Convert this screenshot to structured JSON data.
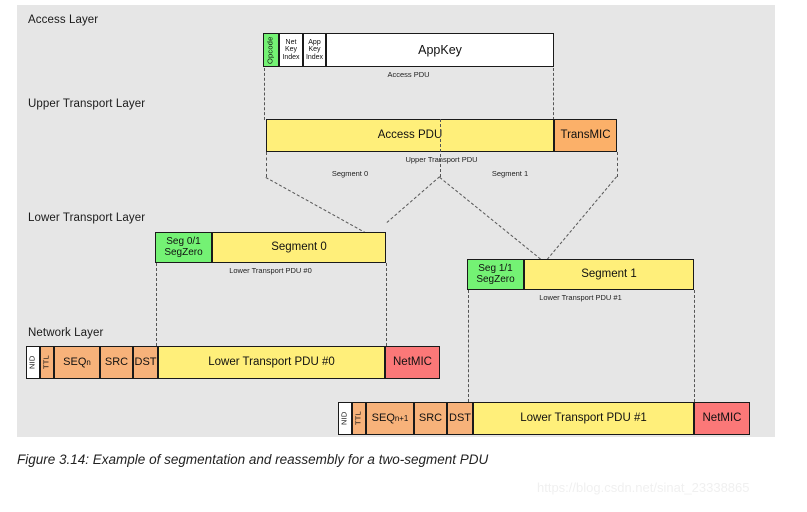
{
  "figure": {
    "caption": "Figure 3.14: Example of segmentation and reassembly for a two-segment PDU",
    "watermark": "https://blog.csdn.net/sinat_23338865",
    "colors": {
      "background": "#e6e6e6",
      "green": "#74f274",
      "yellow": "#ffef7a",
      "orange": "#f7b27a",
      "transmic": "#fbb069",
      "netmic": "#fb7878",
      "white": "#ffffff",
      "border": "#1a1a1a",
      "dashed_line": "#555555"
    }
  },
  "layers": [
    {
      "label": "Access Layer"
    },
    {
      "label": "Upper Transport Layer"
    },
    {
      "label": "Lower Transport Layer"
    },
    {
      "label": "Network Layer"
    }
  ],
  "access_layer": {
    "fields": [
      {
        "label": "Opcode",
        "color": "green",
        "orientation": "vertical"
      },
      {
        "label": "Net Key Index",
        "color": "white",
        "orientation": "horizontal"
      },
      {
        "label": "App Key Index",
        "color": "white",
        "orientation": "horizontal"
      },
      {
        "label": "AppKey",
        "color": "white",
        "orientation": "horizontal"
      }
    ],
    "caption": "Access PDU"
  },
  "upper_transport_layer": {
    "fields": [
      {
        "label": "Access PDU",
        "color": "yellow"
      },
      {
        "label": "TransMIC",
        "color": "transmic"
      }
    ],
    "caption": "Upper Transport PDU",
    "segment_labels": [
      "Segment 0",
      "Segment 1"
    ]
  },
  "lower_transport_layer": {
    "pdu0": {
      "fields": [
        {
          "label_line1": "Seg 0/1",
          "label_line2": "SegZero",
          "color": "green"
        },
        {
          "label": "Segment 0",
          "color": "yellow"
        }
      ],
      "caption": "Lower Transport PDU #0"
    },
    "pdu1": {
      "fields": [
        {
          "label_line1": "Seg 1/1",
          "label_line2": "SegZero",
          "color": "green"
        },
        {
          "label": "Segment 1",
          "color": "yellow"
        }
      ],
      "caption": "Lower Transport PDU #1"
    }
  },
  "network_layer": {
    "pdu0": {
      "fields": [
        {
          "label": "NID",
          "color": "white",
          "orientation": "vertical"
        },
        {
          "label": "TTL",
          "color": "orange",
          "orientation": "vertical"
        },
        {
          "label": "SEQ",
          "subscript": "n",
          "color": "orange",
          "orientation": "horizontal"
        },
        {
          "label": "SRC",
          "color": "orange",
          "orientation": "horizontal"
        },
        {
          "label": "DST",
          "color": "orange",
          "orientation": "horizontal"
        },
        {
          "label": "Lower Transport PDU #0",
          "color": "yellow",
          "orientation": "horizontal"
        },
        {
          "label": "NetMIC",
          "color": "netmic",
          "orientation": "horizontal"
        }
      ]
    },
    "pdu1": {
      "fields": [
        {
          "label": "NID",
          "color": "white",
          "orientation": "vertical"
        },
        {
          "label": "TTL",
          "color": "orange",
          "orientation": "vertical"
        },
        {
          "label": "SEQ",
          "subscript": "n+1",
          "color": "orange",
          "orientation": "horizontal"
        },
        {
          "label": "SRC",
          "color": "orange",
          "orientation": "horizontal"
        },
        {
          "label": "DST",
          "color": "orange",
          "orientation": "horizontal"
        },
        {
          "label": "Lower Transport PDU #1",
          "color": "yellow",
          "orientation": "horizontal"
        },
        {
          "label": "NetMIC",
          "color": "netmic",
          "orientation": "horizontal"
        }
      ]
    }
  }
}
